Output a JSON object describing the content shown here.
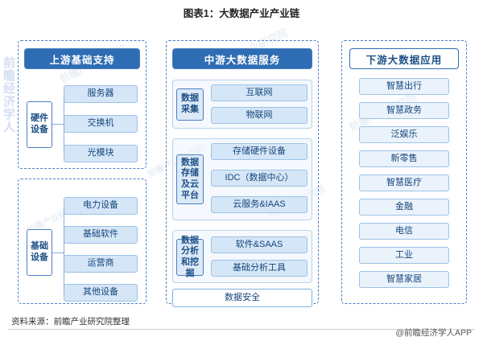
{
  "title": "图表1：大数据产业产业链",
  "watermarks": {
    "logo": "前瞻经济学人",
    "texts": [
      "前瞻产业研究院",
      "前瞻产业研究院",
      "前瞻产业研究院",
      "前瞻产业研究院",
      "前瞻产业研究院",
      "前瞻产业研究院"
    ]
  },
  "columns": [
    {
      "id": "upstream",
      "head": "上游基础支持",
      "style": "filled",
      "groups": [
        {
          "label": "硬件设备",
          "items": [
            "服务器",
            "交换机",
            "光模块"
          ]
        },
        {
          "label": "基础设备",
          "items": [
            "电力设备",
            "基础软件",
            "运营商",
            "其他设备"
          ]
        }
      ]
    },
    {
      "id": "midstream",
      "head": "中游大数据服务",
      "style": "filled",
      "groups": [
        {
          "label": "数据采集",
          "items": [
            "互联网",
            "物联网"
          ]
        },
        {
          "label": "数据存储及云平台",
          "items": [
            "存储硬件设备",
            "IDC（数据中心）",
            "云服务&IAAS"
          ]
        },
        {
          "label": "数据分析和挖掘",
          "items": [
            "软件&SAAS",
            "基础分析工具"
          ]
        }
      ],
      "footer_item": "数据安全"
    },
    {
      "id": "downstream",
      "head": "下游大数据应用",
      "style": "light",
      "groups": [
        {
          "label": "",
          "items": [
            "智慧出行",
            "智慧政务",
            "泛娱乐",
            "新零售",
            "智慧医疗",
            "金融",
            "电信",
            "工业",
            "智慧家居"
          ]
        }
      ]
    }
  ],
  "footer": {
    "source": "资料来源：前瞻产业研究院整理",
    "brand": "@前瞻经济学人APP"
  },
  "colors": {
    "accent": "#2e6db4",
    "item_fill": "#d5e6f7",
    "border": "#4a7fc1"
  }
}
